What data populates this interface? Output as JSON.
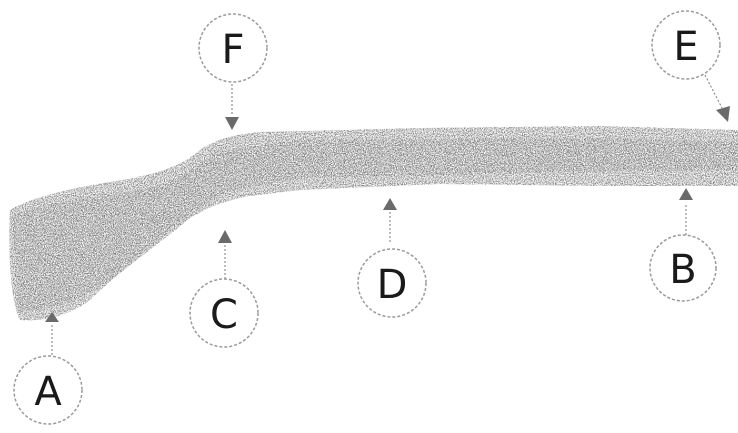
{
  "labels": {
    "a": "A",
    "b": "B",
    "c": "C",
    "d": "D",
    "e": "E",
    "f": "F"
  },
  "colors": {
    "speckle": "#8c8c8c",
    "speckle_dark": "#6f6f6f",
    "circle": "#9a9a9a",
    "line": "#7a7a7a",
    "arrow": "#6a6a6a"
  }
}
